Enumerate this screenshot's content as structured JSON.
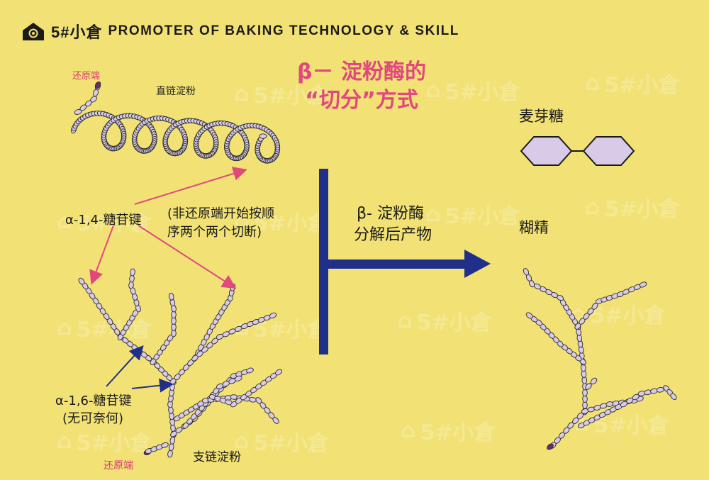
{
  "brand": {
    "name": "5#小倉",
    "tagline": "PROMOTER OF BAKING TECHNOLOGY & SKILL"
  },
  "title": {
    "line1": "β－ 淀粉酶的",
    "line2": "“切分”方式"
  },
  "labels": {
    "reducing_end_top": "还原端",
    "amylose": "直链淀粉",
    "alpha14": "α-1,4-糖苷键",
    "cut_note_1": "(非还原端开始按顺",
    "cut_note_2": "序两个两个切断)",
    "alpha16": "α-1,6-糖苷键",
    "helpless": "(无可奈何)",
    "reducing_end_bottom": "还原端",
    "amylopectin": "支链淀粉",
    "products_1": "β- 淀粉酶",
    "products_2": "分解后产物",
    "maltose": "麦芽糖",
    "dextrin": "糊精"
  },
  "watermark": "5#小倉",
  "colors": {
    "title": "#e0487e",
    "arrow": "#1f2f8a",
    "pink_arrow": "#e0487e",
    "bead": "#d9cbe8",
    "end_bead": "#6b2a78",
    "background": "#f2e275"
  }
}
